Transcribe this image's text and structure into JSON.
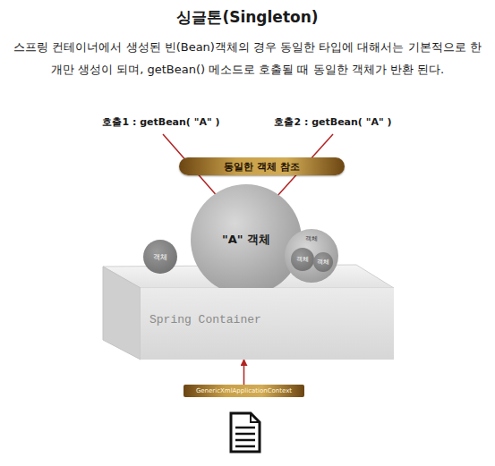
{
  "diagram": {
    "title": "싱글톤(Singleton)",
    "nodes": [
      {
        "text": [
          "동일한 객체 참조"
        ]
      },
      {
        "text": [
          "\"A\" 객체"
        ]
      },
      {
        "text": [
          "객체"
        ]
      },
      {
        "text": [
          "객체"
        ]
      },
      {
        "text": [
          "객체"
        ],
        "in": 3
      },
      {
        "text": [
          "객체"
        ],
        "in": 3
      },
      {
        "text": [
          "Spring Container"
        ]
      },
      {
        "text": [
          "GenericXmlApplicationContext"
        ]
      }
    ],
    "edges": [
      {
        "from": 7,
        "to": 6,
        "arrow": "to"
      }
    ],
    "labels": [
      "스프링 컨테이너에서 생성된 빈(Bean)객체의 경우 동일한 타입에 대해서는 기본적으로 한 개만 생성이 되며, getBean() 메소드로 호출될 때 동일한 객체가 반환 된다.",
      "호출1 : getBean( \"A\" )",
      "호출2 : getBean( \"A\" )"
    ]
  }
}
